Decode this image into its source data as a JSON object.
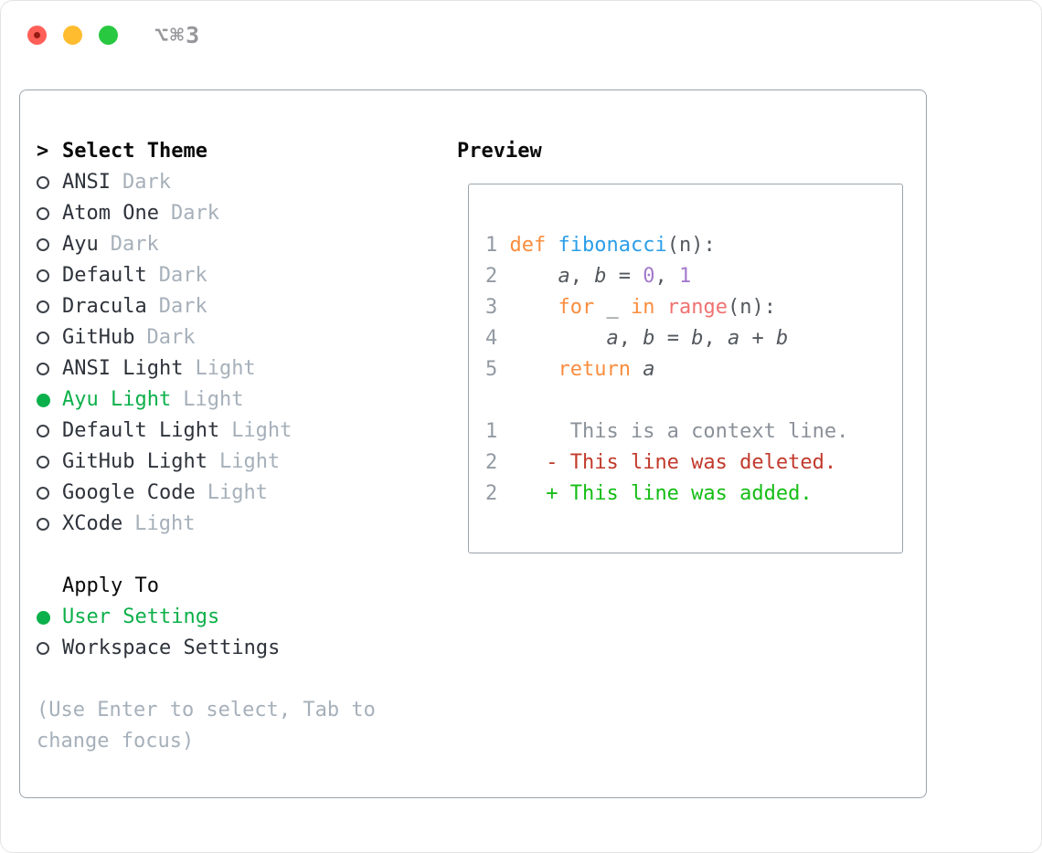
{
  "window": {
    "shortcut_label": "⌥⌘3",
    "traffic_lights": [
      "close",
      "minimize",
      "zoom"
    ]
  },
  "theme_selector": {
    "prompt": ">",
    "heading": "Select Theme",
    "options": [
      {
        "name": "ANSI",
        "variant": "Dark",
        "selected": false
      },
      {
        "name": "Atom One",
        "variant": "Dark",
        "selected": false
      },
      {
        "name": "Ayu",
        "variant": "Dark",
        "selected": false
      },
      {
        "name": "Default",
        "variant": "Dark",
        "selected": false
      },
      {
        "name": "Dracula",
        "variant": "Dark",
        "selected": false
      },
      {
        "name": "GitHub",
        "variant": "Dark",
        "selected": false
      },
      {
        "name": "ANSI Light",
        "variant": "Light",
        "selected": false
      },
      {
        "name": "Ayu Light",
        "variant": "Light",
        "selected": true
      },
      {
        "name": "Default Light",
        "variant": "Light",
        "selected": false
      },
      {
        "name": "GitHub Light",
        "variant": "Light",
        "selected": false
      },
      {
        "name": "Google Code",
        "variant": "Light",
        "selected": false
      },
      {
        "name": "XCode",
        "variant": "Light",
        "selected": false
      }
    ]
  },
  "apply_to": {
    "heading": "Apply To",
    "options": [
      {
        "name": "User Settings",
        "selected": true
      },
      {
        "name": "Workspace Settings",
        "selected": false
      }
    ]
  },
  "hint": "(Use Enter to select, Tab to change focus)",
  "preview": {
    "heading": "Preview",
    "code_lines": [
      {
        "n": "1",
        "tokens": [
          [
            "kw",
            "def "
          ],
          [
            "fn",
            "fibonacci"
          ],
          [
            "pl",
            "(n):"
          ]
        ]
      },
      {
        "n": "2",
        "tokens": [
          [
            "pl",
            "    "
          ],
          [
            "var",
            "a"
          ],
          [
            "pl",
            ", "
          ],
          [
            "var",
            "b"
          ],
          [
            "pl",
            " = "
          ],
          [
            "num",
            "0"
          ],
          [
            "pl",
            ", "
          ],
          [
            "num",
            "1"
          ]
        ]
      },
      {
        "n": "3",
        "tokens": [
          [
            "pl",
            "    "
          ],
          [
            "kw",
            "for"
          ],
          [
            "pl",
            " _ "
          ],
          [
            "kw",
            "in"
          ],
          [
            "pl",
            " "
          ],
          [
            "rng",
            "range"
          ],
          [
            "pl",
            "(n):"
          ]
        ]
      },
      {
        "n": "4",
        "tokens": [
          [
            "pl",
            "        "
          ],
          [
            "var",
            "a"
          ],
          [
            "pl",
            ", "
          ],
          [
            "var",
            "b"
          ],
          [
            "pl",
            " = "
          ],
          [
            "var",
            "b"
          ],
          [
            "pl",
            ", "
          ],
          [
            "var",
            "a"
          ],
          [
            "pl",
            " + "
          ],
          [
            "var",
            "b"
          ]
        ]
      },
      {
        "n": "5",
        "tokens": [
          [
            "pl",
            "    "
          ],
          [
            "kw",
            "return "
          ],
          [
            "var",
            "a"
          ]
        ]
      },
      {
        "n": "",
        "tokens": []
      },
      {
        "n": "1",
        "tokens": [
          [
            "ctx",
            "     This is a context line."
          ]
        ]
      },
      {
        "n": "2",
        "tokens": [
          [
            "del",
            "   - This line was deleted."
          ]
        ]
      },
      {
        "n": "2",
        "tokens": [
          [
            "add",
            "   + This line was added."
          ]
        ]
      }
    ]
  },
  "colors": {
    "selected_green": "#0cb04a",
    "diff_added_green": "#15bd15",
    "diff_deleted_red": "#c23a2b",
    "keyword_orange": "#fa8d3e",
    "function_blue": "#2b9ee8",
    "number_purple": "#a37acc",
    "builtin_coral": "#f07171",
    "code_text": "#53585e",
    "line_number_gray": "#939aa3",
    "context_gray": "#8b9199",
    "variant_gray": "#a6b0ba",
    "item_text": "#2e333b",
    "border_gray": "#9aa3ad",
    "traffic_red": "#ff5f57",
    "traffic_yellow": "#febc2e",
    "traffic_green": "#28c840"
  }
}
